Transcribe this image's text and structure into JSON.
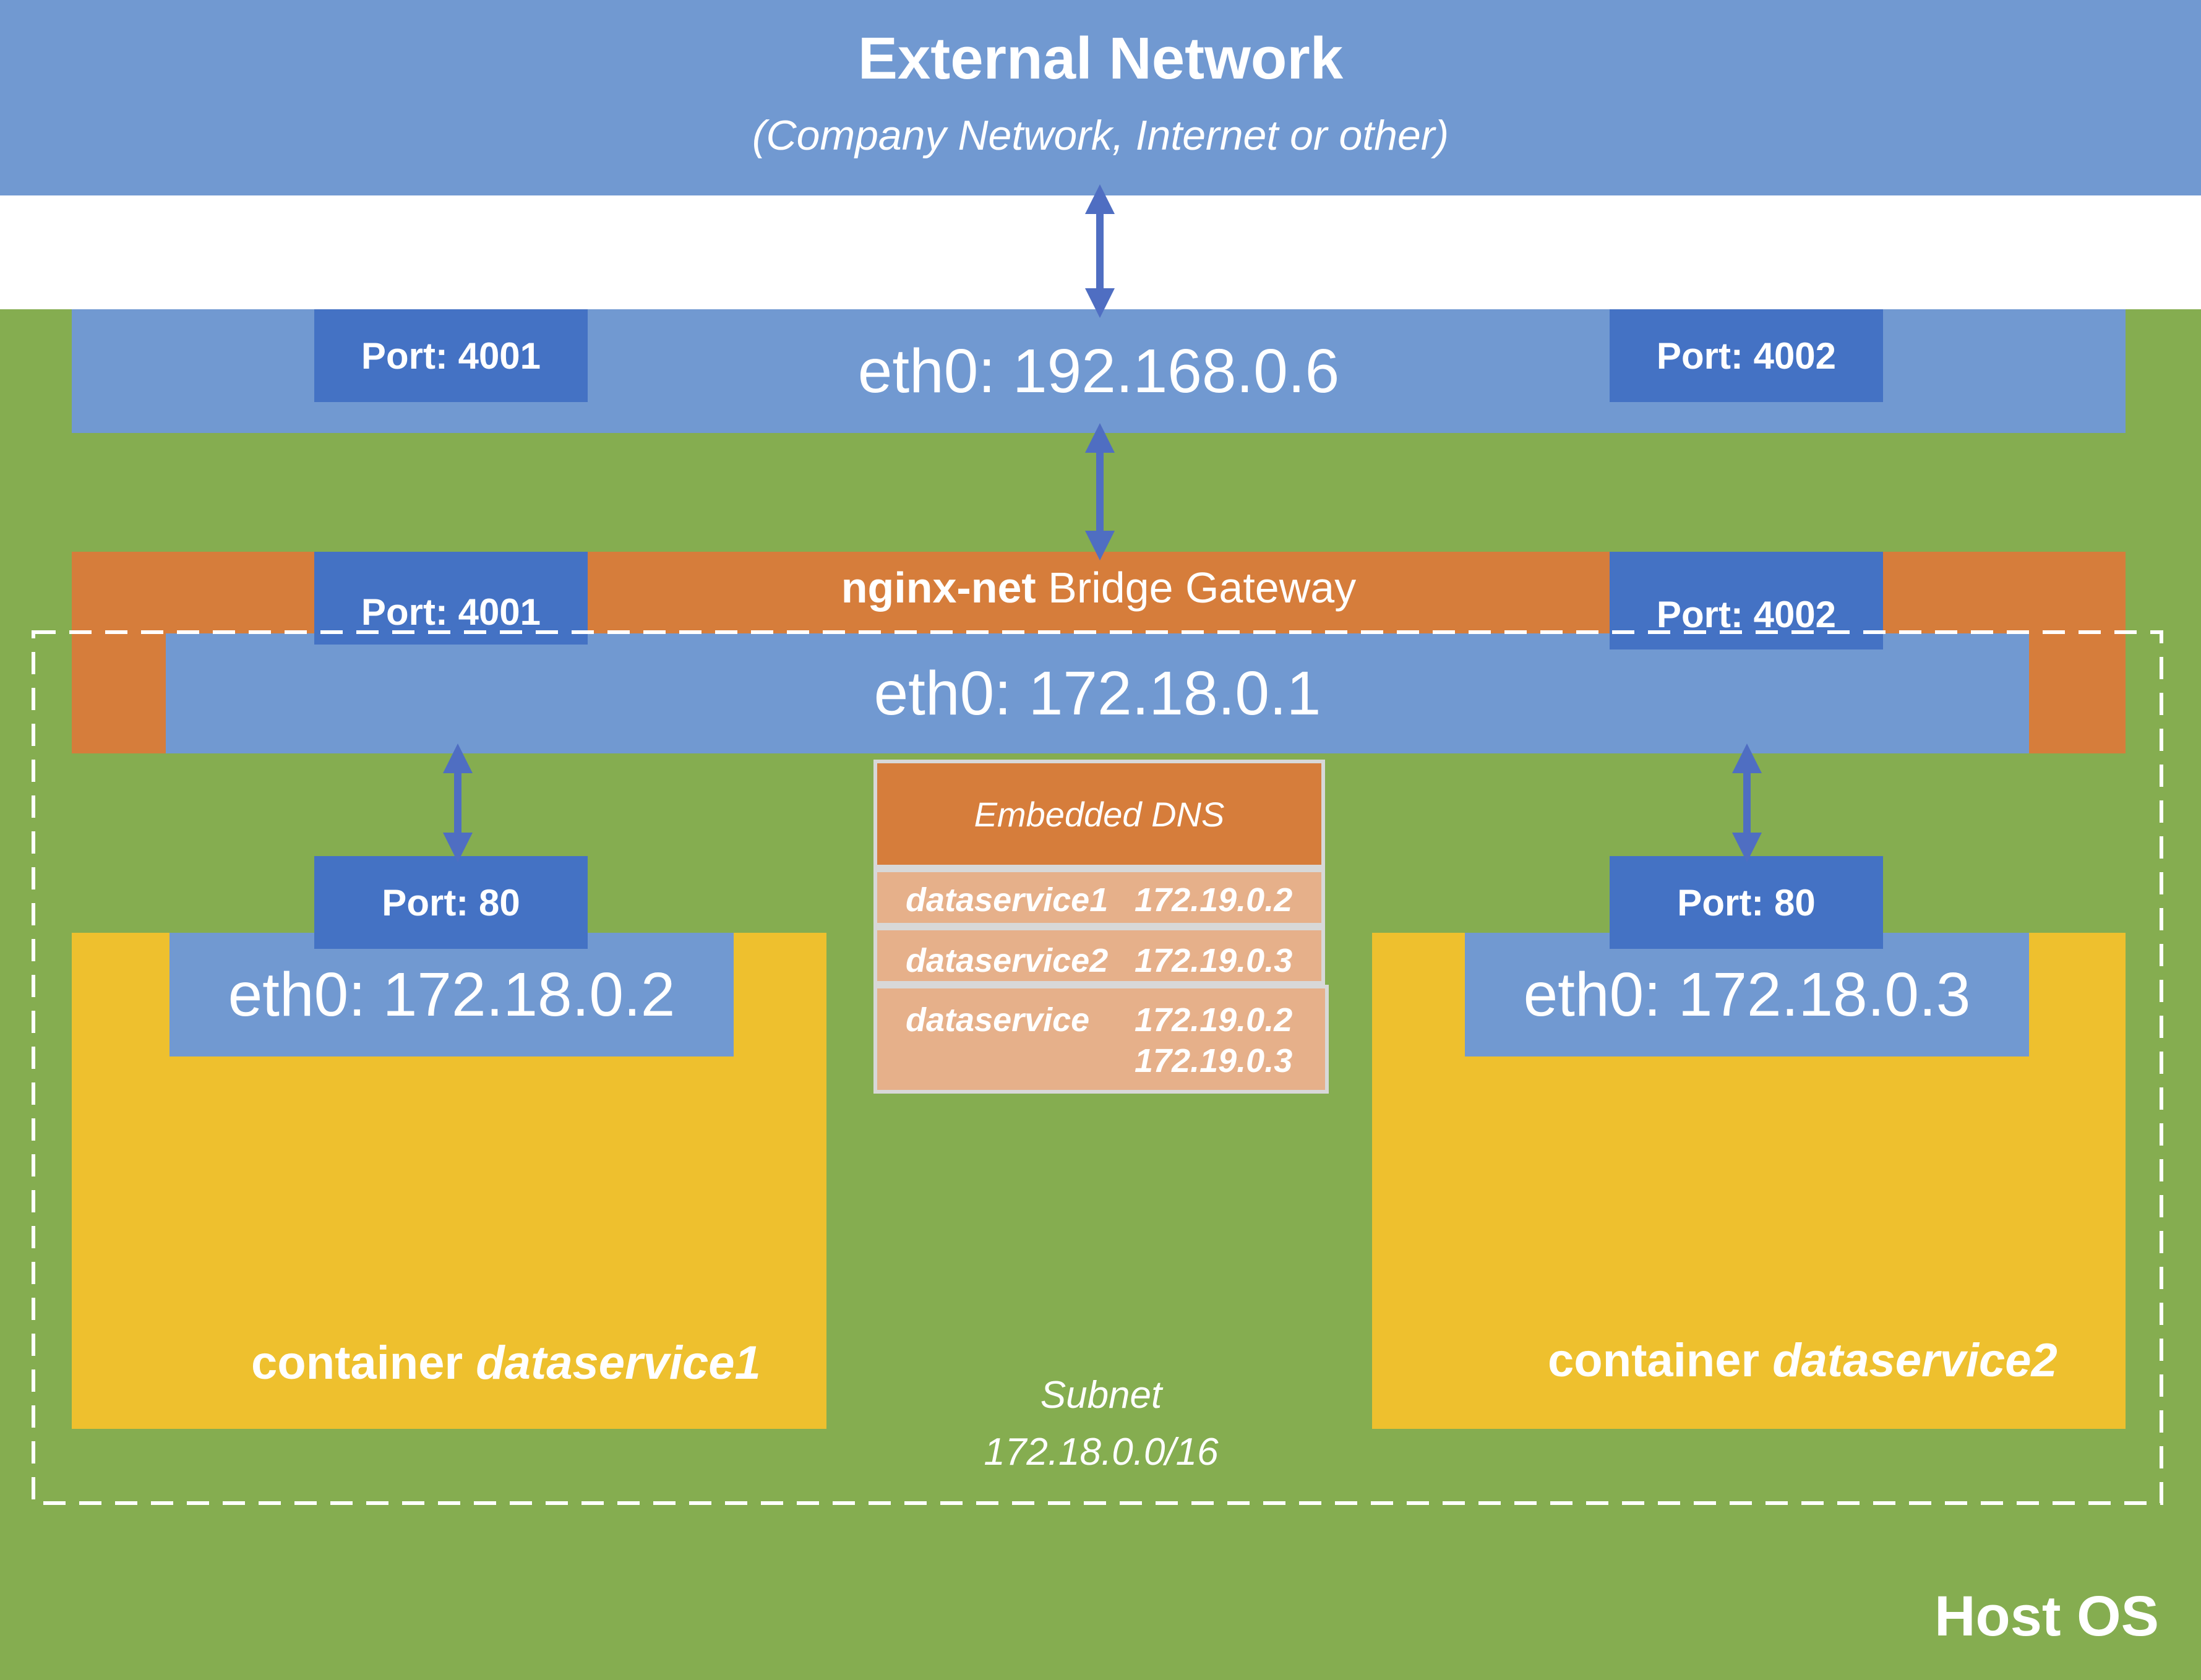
{
  "external": {
    "title": "External Network",
    "subtitle": "(Company Network, Internet or other)"
  },
  "host": {
    "label": "Host OS",
    "eth0": "eth0: 192.168.0.6",
    "port_left": "Port: 4001",
    "port_right": "Port: 4002"
  },
  "bridge": {
    "name": "nginx-net",
    "suffix": " Bridge Gateway",
    "eth0": "eth0: 172.18.0.1",
    "port_left": "Port: 4001",
    "port_right": "Port: 4002"
  },
  "containers": [
    {
      "prefix": "container ",
      "name": "dataservice1",
      "eth0": "eth0: 172.18.0.2",
      "port": "Port: 80"
    },
    {
      "prefix": "container ",
      "name": "dataservice2",
      "eth0": "eth0: 172.18.0.3",
      "port": "Port: 80"
    }
  ],
  "dns": {
    "title": "Embedded DNS",
    "rows": [
      {
        "name": "dataservice1",
        "ips": [
          "172.19.0.2"
        ]
      },
      {
        "name": "dataservice2",
        "ips": [
          "172.19.0.3"
        ]
      },
      {
        "name": "dataservice",
        "ips": [
          "172.19.0.2",
          "172.19.0.3"
        ]
      }
    ]
  },
  "subnet": {
    "label": "Subnet",
    "cidr": "172.18.0.0/16"
  },
  "colors": {
    "light_blue": "#7199d1",
    "dark_blue": "#4472c4",
    "orange": "#d67d3b",
    "dns_row": "#e6b08a",
    "yellow": "#eec02e",
    "green": "#85ad50",
    "arrow": "#4f6ec2"
  }
}
